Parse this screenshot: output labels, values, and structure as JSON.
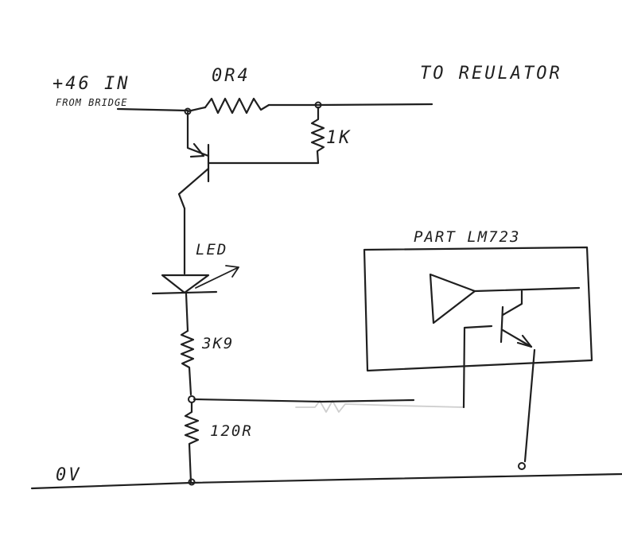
{
  "labels": {
    "input_voltage": "+46 IN",
    "input_source": "FROM BRIDGE",
    "sense_resistor": "0R4",
    "output": "TO REULATOR",
    "base_resistor": "1K",
    "led": "LED",
    "resistor_upper": "3K9",
    "resistor_lower": "120R",
    "ground": "0V",
    "ic_part": "PART LM723"
  },
  "colors": {
    "ink": "#1f1f1f",
    "paper": "#ffffff"
  }
}
